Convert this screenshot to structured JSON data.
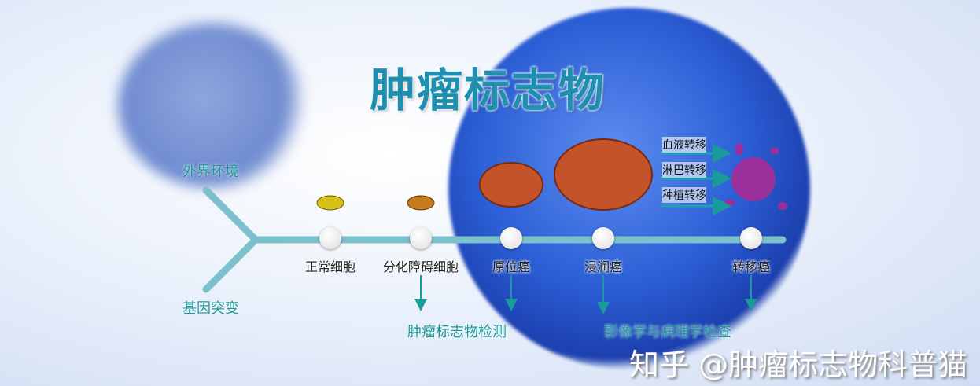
{
  "title": "肿瘤标志物",
  "inputs": {
    "environment": "外界环境",
    "mutation": "基因突变"
  },
  "stages": [
    {
      "label": "正常细胞"
    },
    {
      "label": "分化障碍细胞"
    },
    {
      "label": "原位癌"
    },
    {
      "label": "浸润癌"
    },
    {
      "label": "转移癌"
    }
  ],
  "metastasis_routes": [
    "血液转移",
    "淋巴转移",
    "种植转移"
  ],
  "detection": {
    "marker_test": "肿瘤标志物检测",
    "imaging": "影像学与病理学检查"
  },
  "watermark": "知乎 @肿瘤标志物科普猫",
  "colors": {
    "title": "#1f8fb0",
    "timeline": "#7cc0cc",
    "teal_text": "#1a9a9a",
    "arrow": "#1a9a9a"
  }
}
